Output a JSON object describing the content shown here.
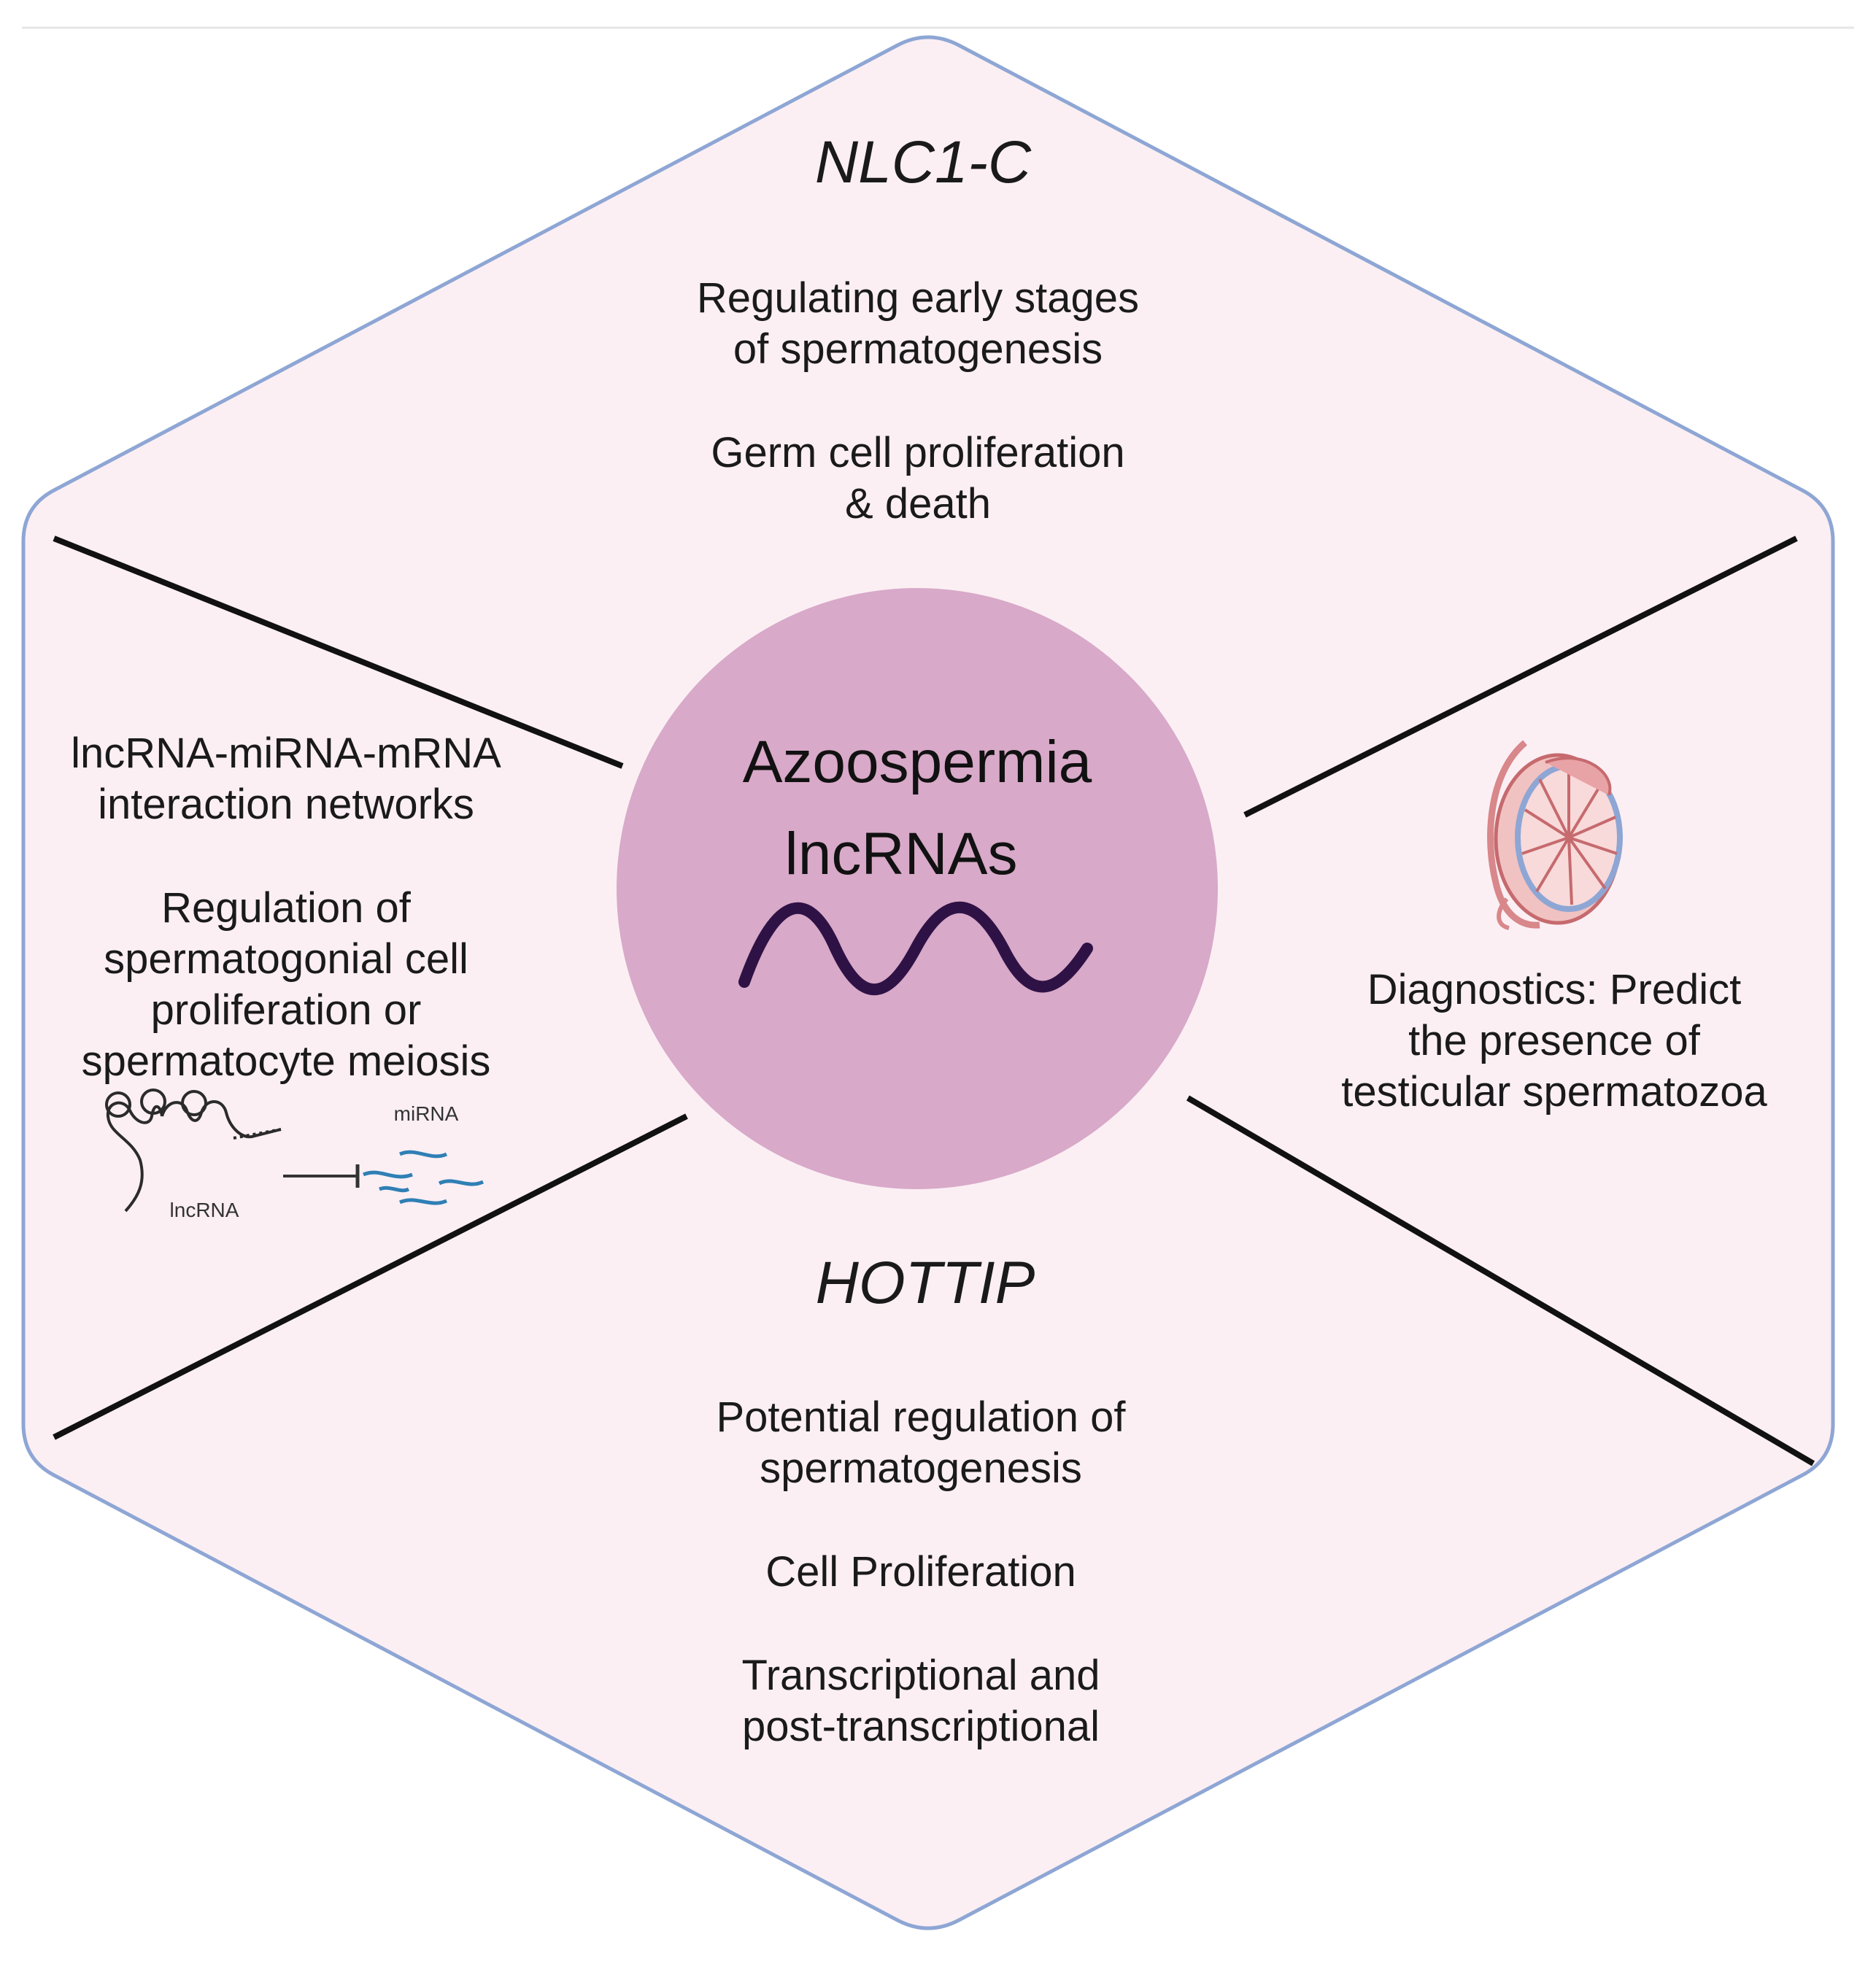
{
  "colors": {
    "hexagon_fill": "#fbeff4",
    "hexagon_stroke": "#8ea6d4",
    "circle_fill": "#d8a9c8",
    "wave_stroke": "#2f1245",
    "divider": "#111111",
    "mirna_blue": "#2f7fb5"
  },
  "top": {
    "title": "NLC1-C",
    "line1": "Regulating early stages",
    "line2": "of spermatogenesis",
    "line3": "Germ cell proliferation",
    "line4": "& death"
  },
  "center": {
    "line1": "Azoospermia",
    "line2": "lncRNAs",
    "icon": "rna-wave-icon"
  },
  "left": {
    "line1": "lncRNA-miRNA-mRNA",
    "line2": "interaction networks",
    "line3": "Regulation of",
    "line4": "spermatogonial cell",
    "line5": "proliferation or",
    "line6": "spermatocyte meiosis",
    "mirna_label": "miRNA",
    "lncrna_label": "lncRNA",
    "icon": "lncrna-mirna-inhibition-icon"
  },
  "right": {
    "line1": "Diagnostics: Predict",
    "line2": "the presence of",
    "line3": "testicular spermatozoa",
    "icon": "testis-icon"
  },
  "bottom": {
    "title": "HOTTIP",
    "line1": "Potential regulation of",
    "line2": "spermatogenesis",
    "line3": "Cell Proliferation",
    "line4": "Transcriptional and",
    "line5": "post-transcriptional"
  }
}
